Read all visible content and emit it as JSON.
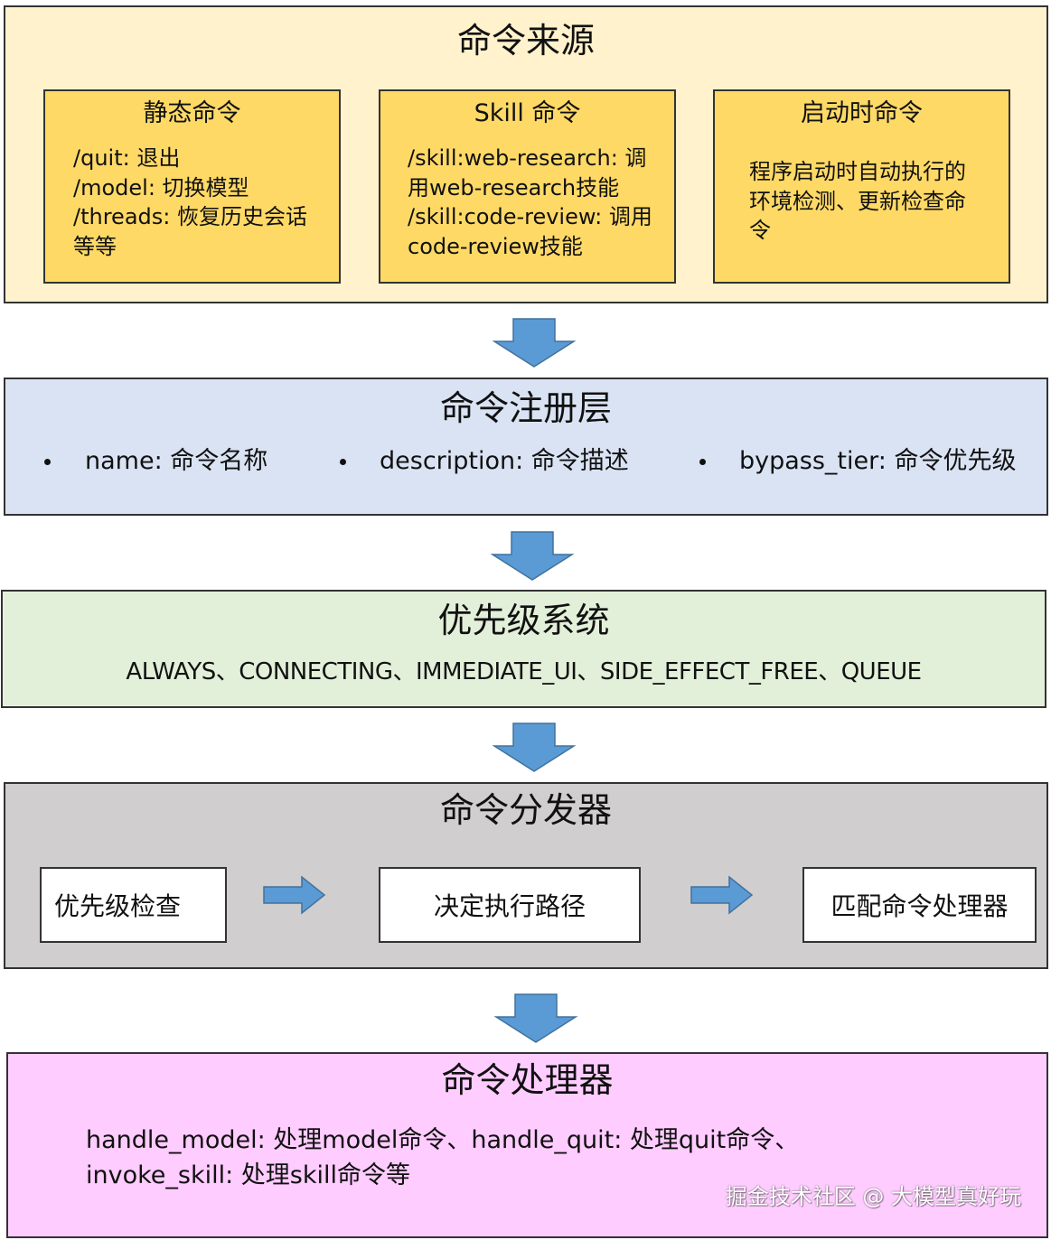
{
  "sources": {
    "title": "命令来源",
    "cards": [
      {
        "title": "静态命令",
        "body": "/quit: 退出\n/model: 切换模型\n/threads: 恢复历史会话\n等等"
      },
      {
        "title": "Skill 命令",
        "body": "/skill:web-research: 调\n用web-research技能\n/skill:code-review: 调用\ncode-review技能"
      },
      {
        "title": "启动时命令",
        "body": "程序启动时自动执行的\n环境检测、更新检查命\n令"
      }
    ]
  },
  "registry": {
    "title": "命令注册层",
    "bullets": [
      "name: 命令名称",
      "description: 命令描述",
      "bypass_tier: 命令优先级"
    ]
  },
  "priority": {
    "title": "优先级系统",
    "levels": "ALWAYS、CONNECTING、IMMEDIATE_UI、SIDE_EFFECT_FREE、QUEUE"
  },
  "dispatcher": {
    "title": "命令分发器",
    "steps": [
      "优先级检查",
      "决定执行路径",
      "匹配命令处理器"
    ]
  },
  "handler": {
    "title": "命令处理器",
    "line1": "handle_model: 处理model命令、handle_quit: 处理quit命令、",
    "line2": "invoke_skill: 处理skill命令等"
  },
  "watermark": "掘金技术社区 @ 大模型真好玩",
  "colors": {
    "sources_bg": "#FFF2CC",
    "card_bg": "#FFD966",
    "registry_bg": "#DAE3F3",
    "priority_bg": "#E2F0D9",
    "dispatcher_bg": "#D0CECE",
    "handler_bg": "#FFCCFF",
    "arrow": "#5B9BD5"
  }
}
